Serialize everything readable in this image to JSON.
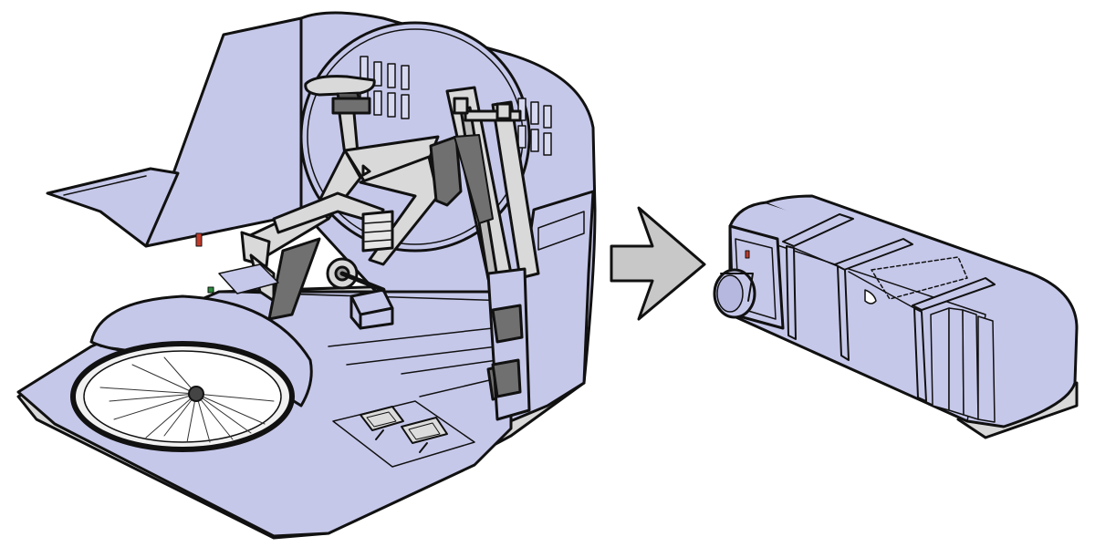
{
  "colors": {
    "case_fill": "#c6c8ea",
    "case_shade": "#b6b8e0",
    "outline": "#111111",
    "bike_frame": "#d9d9d9",
    "strap": "#707070",
    "arrow_fill": "#c8c8c8",
    "white": "#ffffff"
  },
  "figure": {
    "left": "open-bike-case-with-packed-bicycle",
    "middle": "arrow-right",
    "right": "closed-bike-case-on-wheels"
  },
  "icons": [
    "wheel-icon",
    "pedal-icon",
    "arrow-right-icon",
    "caster-wheel-icon"
  ]
}
